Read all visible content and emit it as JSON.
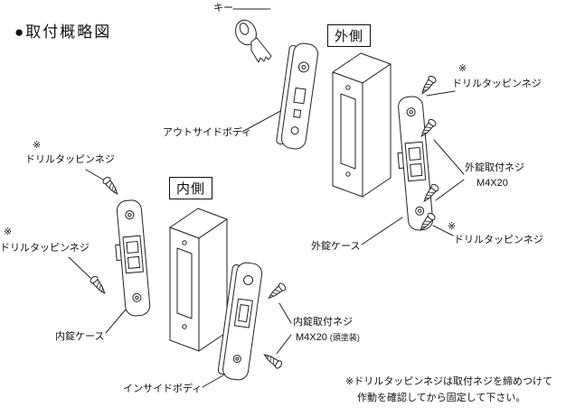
{
  "title": "●取付概略図",
  "boxed_labels": {
    "outside": "外側",
    "inside": "内側"
  },
  "part_labels": {
    "key": "キー",
    "outside_body": "アウトサイドボディ",
    "outside_case": "外錠ケース",
    "inside_case": "内錠ケース",
    "inside_body": "インサイドボディ"
  },
  "screw_labels": {
    "asterisk": "※",
    "drill_tapping": "ドリルタッピンネジ",
    "outside_mount": "外錠取付ネジ",
    "outside_mount_size": "M4X20",
    "inside_mount": "内錠取付ネジ",
    "inside_mount_size": "M4X20",
    "inside_mount_finish": "(頭塗装)"
  },
  "note": {
    "line1": "※ドリルタッピンネジは取付ネジを締めつけて",
    "line2": "作動を確認してから固定して下さい。"
  },
  "colors": {
    "line": "#222222",
    "text": "#111111",
    "background": "#ffffff"
  }
}
